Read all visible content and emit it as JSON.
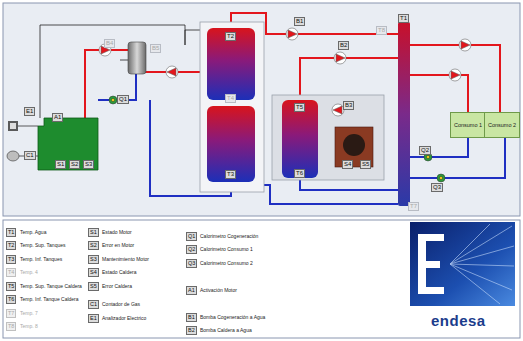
{
  "diagram": {
    "nodes": [
      {
        "text": [
          "E1"
        ]
      },
      {
        "text": [
          "C1"
        ]
      },
      {
        "text": [
          "A1"
        ]
      },
      {
        "text": [
          "S1"
        ]
      },
      {
        "text": [
          "S2"
        ]
      },
      {
        "text": [
          "S3"
        ]
      },
      {
        "text": [
          "B4"
        ]
      },
      {
        "text": [
          "B5"
        ]
      },
      {
        "text": [
          "Q1"
        ]
      },
      {
        "text": [
          "T2"
        ]
      },
      {
        "text": [
          "T4"
        ]
      },
      {
        "text": [
          "T3"
        ]
      },
      {
        "text": [
          "B1"
        ]
      },
      {
        "text": [
          "B2"
        ]
      },
      {
        "text": [
          "T8"
        ]
      },
      {
        "text": [
          "T1"
        ]
      },
      {
        "text": [
          "T5"
        ]
      },
      {
        "text": [
          "T6"
        ]
      },
      {
        "text": [
          "B3"
        ]
      },
      {
        "text": [
          "S4"
        ]
      },
      {
        "text": [
          "S5"
        ]
      },
      {
        "text": [
          "Consumo 1"
        ]
      },
      {
        "text": [
          "Consumo 2"
        ]
      },
      {
        "text": [
          "Q2"
        ]
      },
      {
        "text": [
          "Q3"
        ]
      },
      {
        "text": [
          "T7"
        ]
      }
    ],
    "labels": [
      "T1",
      "Temp. Agua",
      "T2",
      "Temp. Sup. Tanques",
      "T3",
      "Temp. Inf. Tanques",
      "T4",
      "Temp. 4",
      "T5",
      "Temp. Sup. Tanque Caldera",
      "T6",
      "Temp. Inf. Tanque Caldera",
      "T7",
      "Temp. 7",
      "T8",
      "Temp. 8",
      "S1",
      "Estado Motor",
      "S2",
      "Error en Motor",
      "S3",
      "Mantenimiento Motor",
      "S4",
      "Estado Caldera",
      "S5",
      "Error Caldera",
      "C1",
      "Contador de Gas",
      "E1",
      "Analizador Electrico",
      "Q1",
      "Calorimetro Cogeneración",
      "Q2",
      "Calorimetro Consumo 1",
      "Q3",
      "Calorimetro Consumo 2",
      "A1",
      "Activación Motor",
      "B1",
      "Bomba Cogeneración a Agua",
      "B2",
      "Bomba Caldera a Agua",
      "endesa"
    ]
  }
}
